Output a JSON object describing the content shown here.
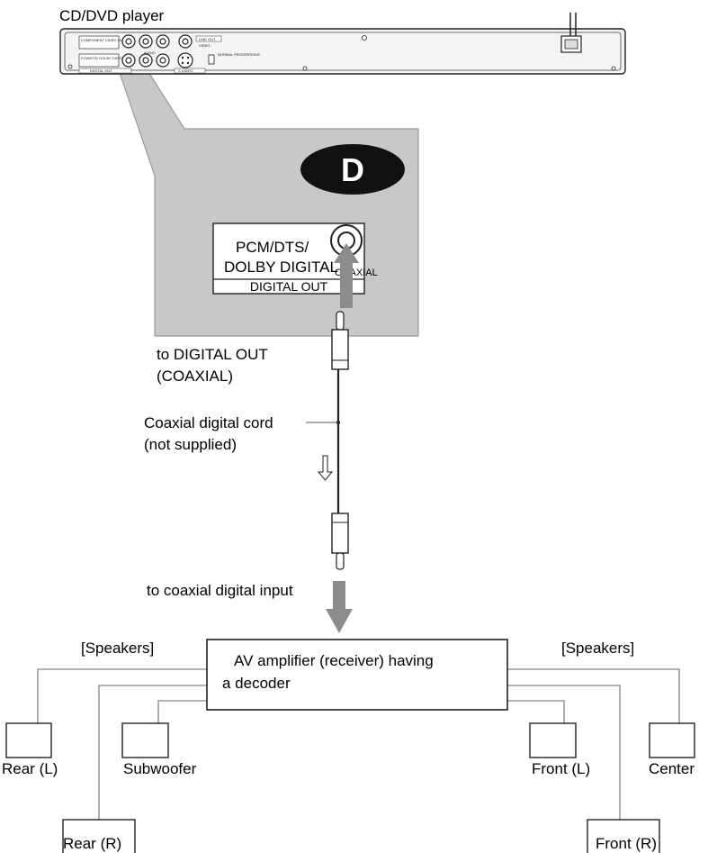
{
  "player": {
    "title": "CD/DVD player",
    "panel_labels": [
      "COMPONENT VIDEO OUT",
      "PCM/DTS/ DOLBY DIGITAL",
      "DIGITAL OUT",
      "LINE OUT",
      "VIDEO",
      "AUDIO",
      "S VIDEO",
      "NORMAL PROGRESSIVE"
    ]
  },
  "callout": {
    "badge": "D",
    "jack_label_line1": "PCM/DTS/",
    "jack_label_line2": "DOLBY DIGITAL",
    "coaxial": "COAXIAL",
    "digital_out": "DIGITAL OUT"
  },
  "cable": {
    "to_digital_out_line1": "to DIGITAL OUT",
    "to_digital_out_line2": "(COAXIAL)",
    "cord_line1": "Coaxial digital cord",
    "cord_line2": "(not supplied)",
    "to_input": "to coaxial digital input"
  },
  "amplifier": {
    "line1": "AV amplifier (receiver) having",
    "line2": "a decoder"
  },
  "speakers": {
    "left_group": "[Speakers]",
    "right_group": "[Speakers]",
    "rear_l": "Rear (L)",
    "rear_r": "Rear (R)",
    "subwoofer": "Subwoofer",
    "front_l": "Front (L)",
    "front_r": "Front (R)",
    "center": "Center"
  },
  "colors": {
    "callout_fill": "#c8c8c8",
    "arrow_fill": "#8c8c8c",
    "wire": "#999999",
    "badge": "#111111"
  }
}
